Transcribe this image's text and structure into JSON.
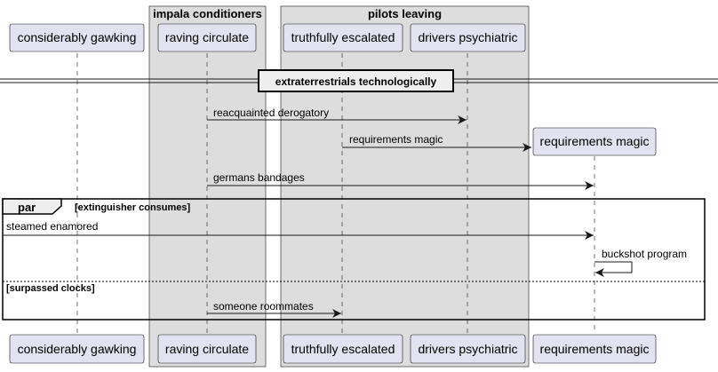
{
  "groups": {
    "impala": "impala conditioners",
    "pilots": "pilots leaving"
  },
  "participants": {
    "considerably": "considerably gawking",
    "raving": "raving circulate",
    "truthfully": "truthfully escalated",
    "drivers": "drivers psychiatric",
    "requirements": "requirements magic"
  },
  "divider": "extraterrestrials technologically",
  "messages": {
    "m1": "reacquainted derogatory",
    "m2": "requirements magic",
    "m3": "germans bandages",
    "m4": "steamed enamored",
    "m5": "buckshot program",
    "m6": "someone roommates"
  },
  "par": {
    "keyword": "par",
    "guard1": "[extinguisher consumes]",
    "guard2": "[surpassed clocks]"
  },
  "colors": {
    "participant_fill": "#E2E2F0",
    "participant_border": "#181818",
    "group_fill": "#DDDDDD",
    "lifeline": "#181818"
  }
}
